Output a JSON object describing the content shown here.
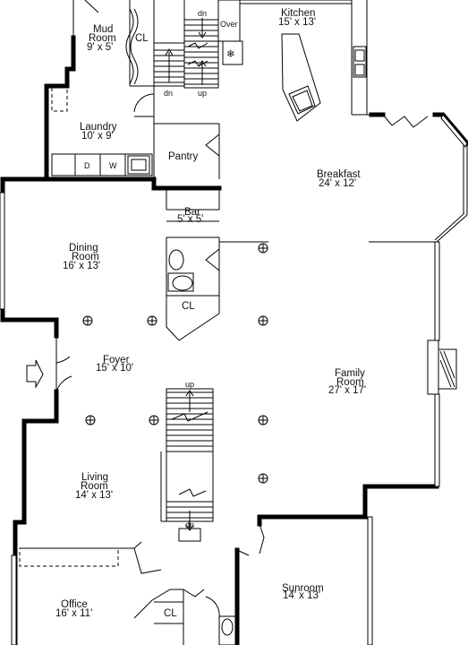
{
  "rooms": {
    "mud_room": {
      "name_line1": "Mud",
      "name_line2": "Room",
      "dims": "9' x 5'"
    },
    "closet_top": {
      "name": "CL"
    },
    "kitchen": {
      "name": "Kitchen",
      "dims": "15' x 13'"
    },
    "laundry": {
      "name": "Laundry",
      "dims": "10' x 9'"
    },
    "pantry": {
      "name": "Pantry"
    },
    "breakfast": {
      "name": "Breakfast",
      "dims": "24' x 12'"
    },
    "bar": {
      "name": "Bar",
      "dims": "5' x 5'"
    },
    "dining": {
      "name_line1": "Dining",
      "name_line2": "Room",
      "dims": "16' x 13'"
    },
    "closet_mid": {
      "name": "CL"
    },
    "foyer": {
      "name": "Foyer",
      "dims": "15' x 10'"
    },
    "family": {
      "name_line1": "Family",
      "name_line2": "Room",
      "dims": "27' x 17'"
    },
    "living": {
      "name_line1": "Living",
      "name_line2": "Room",
      "dims": "14' x 13'"
    },
    "office": {
      "name": "Office",
      "dims": "16' x 11'"
    },
    "closet_bottom": {
      "name": "CL"
    },
    "sunroom": {
      "name": "Sunroom",
      "dims": "14' x 13'"
    }
  },
  "appliances": {
    "washer": "W",
    "dryer": "D",
    "oven": "Over"
  },
  "stairs": {
    "top_down_a": "dn",
    "top_down_b": "dn",
    "top_up": "up",
    "center_up": "up",
    "center_down": "dn"
  }
}
